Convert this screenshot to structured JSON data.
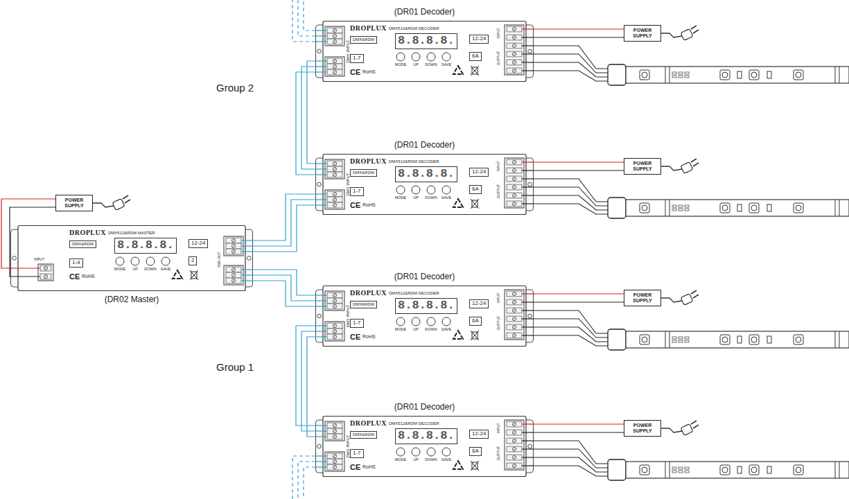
{
  "diagram": {
    "nodes": [
      {
        "text": [
          "(DR01 Decoder)",
          "DROPLUX",
          "DMX512&RDM DECODER",
          "DMX&RDM",
          "1-7",
          "8.8.8.8.",
          "12-24",
          "6A",
          "MODE",
          "UP",
          "DOWN",
          "SAVE",
          "CE",
          "RoHS",
          "DMX INPUT",
          "INPUT",
          "OUTPUT"
        ]
      },
      {
        "text": [
          "POWER SUPPLY"
        ]
      },
      {
        "text": [
          "(DR01 Decoder)",
          "DROPLUX",
          "DMX512&RDM DECODER",
          "DMX&RDM",
          "1-7",
          "8.8.8.8.",
          "12-24",
          "6A",
          "MODE",
          "UP",
          "DOWN",
          "SAVE",
          "CE",
          "RoHS",
          "DMX INPUT",
          "INPUT",
          "OUTPUT"
        ]
      },
      {
        "text": [
          "POWER SUPPLY"
        ]
      },
      {
        "text": [
          "POWER SUPPLY"
        ]
      },
      {
        "text": [
          "(DR02 Master)",
          "DROPLUX",
          "DMX512&RDM MASTER",
          "DMX&RDM",
          "1-4",
          "8.8.8.8.",
          "12-24",
          "2",
          "MODE",
          "UP",
          "DOWN",
          "SAVE",
          "CE",
          "RoHS",
          "INPUT",
          "DMX OUT"
        ]
      },
      {
        "text": [
          "(DR01 Decoder)",
          "DROPLUX",
          "DMX512&RDM DECODER",
          "DMX&RDM",
          "1-7",
          "8.8.8.8.",
          "12-24",
          "6A",
          "MODE",
          "UP",
          "DOWN",
          "SAVE",
          "CE",
          "RoHS",
          "DMX INPUT",
          "INPUT",
          "OUTPUT"
        ]
      },
      {
        "text": [
          "POWER SUPPLY"
        ]
      },
      {
        "text": [
          "(DR01 Decoder)",
          "DROPLUX",
          "DMX512&RDM DECODER",
          "DMX&RDM",
          "1-7",
          "8.8.8.8.",
          "12-24",
          "6A",
          "MODE",
          "UP",
          "DOWN",
          "SAVE",
          "CE",
          "RoHS",
          "DMX INPUT",
          "INPUT",
          "OUTPUT"
        ]
      },
      {
        "text": [
          "POWER SUPPLY"
        ]
      }
    ],
    "edges": [
      {
        "from": 4,
        "to": 5,
        "arrow": "none"
      },
      {
        "from": 5,
        "to": 2,
        "arrow": "none"
      },
      {
        "from": 2,
        "to": 0,
        "arrow": "none"
      },
      {
        "from": 5,
        "to": 6,
        "arrow": "none"
      },
      {
        "from": 6,
        "to": 8,
        "arrow": "none"
      },
      {
        "from": 1,
        "to": 0,
        "arrow": "none"
      },
      {
        "from": 3,
        "to": 2,
        "arrow": "none"
      },
      {
        "from": 7,
        "to": 6,
        "arrow": "none"
      },
      {
        "from": 9,
        "to": 8,
        "arrow": "none"
      }
    ],
    "labels": [
      "Group 2",
      "Group 1"
    ]
  }
}
